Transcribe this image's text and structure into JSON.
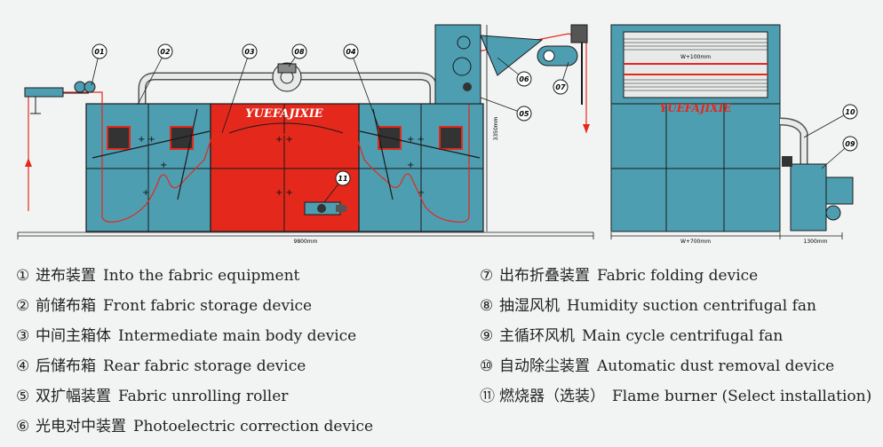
{
  "brand": "YUEFAJIXIE",
  "dimensions": {
    "total_length": "9800mm",
    "height": "3350mm",
    "side_width_top": "W+100mm",
    "side_width_bottom": "W+700mm",
    "fan_width": "1300mm"
  },
  "callouts": [
    "01",
    "02",
    "03",
    "04",
    "05",
    "06",
    "07",
    "08",
    "09",
    "10",
    "11"
  ],
  "legend": [
    {
      "num": "①",
      "zh": "进布装置",
      "en": "Into the fabric equipment"
    },
    {
      "num": "②",
      "zh": "前储布箱",
      "en": "Front fabric storage device"
    },
    {
      "num": "③",
      "zh": "中间主箱体",
      "en": "Intermediate main body device"
    },
    {
      "num": "④",
      "zh": "后储布箱",
      "en": "Rear fabric storage device"
    },
    {
      "num": "⑤",
      "zh": "双扩幅装置",
      "en": "Fabric unrolling roller"
    },
    {
      "num": "⑥",
      "zh": "光电对中装置",
      "en": "Photoelectric correction device"
    },
    {
      "num": "⑦",
      "zh": "出布折叠装置",
      "en": "Fabric folding device"
    },
    {
      "num": "⑧",
      "zh": "抽湿风机",
      "en": "Humidity suction centrifugal fan"
    },
    {
      "num": "⑨",
      "zh": "主循环风机",
      "en": "Main cycle centrifugal fan"
    },
    {
      "num": "⑩",
      "zh": "自动除尘装置",
      "en": "Automatic dust removal device"
    },
    {
      "num": "⑪",
      "zh": "燃烧器（选装）",
      "en": "Flame burner (Select installation)"
    }
  ],
  "colors": {
    "panel": "#4e9eb2",
    "main_body": "#e4281c",
    "line": "#1a1a1a",
    "path": "#e4281c"
  }
}
